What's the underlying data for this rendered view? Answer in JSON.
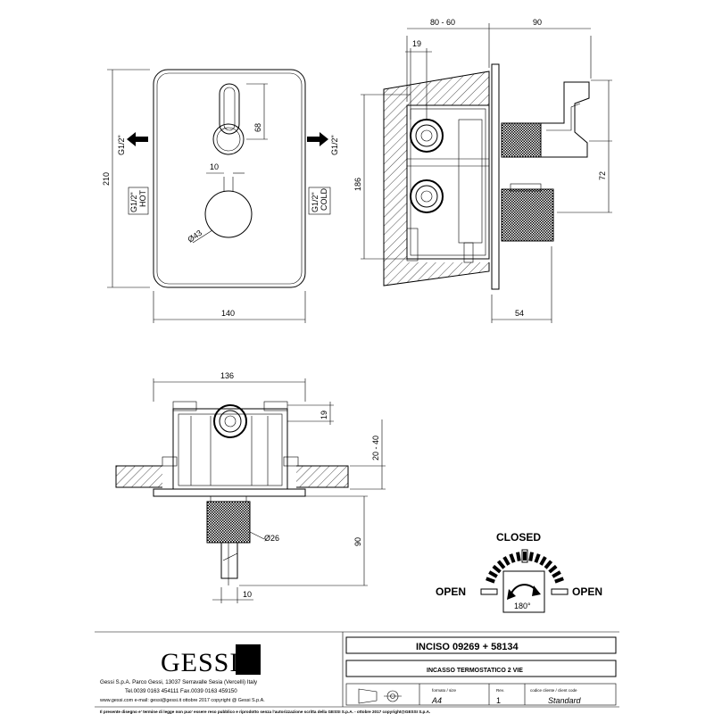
{
  "front_view": {
    "dim_height": "210",
    "dim_width": "140",
    "dim_lever": "68",
    "dim_knob_offset": "10",
    "dim_knob_diameter": "Ø43",
    "outlet_left": "G1/2\"",
    "outlet_right": "G1/2\"",
    "inlet_hot_size": "G1/2\"",
    "inlet_hot_label": "HOT",
    "inlet_cold_size": "G1/2\"",
    "inlet_cold_label": "COLD"
  },
  "side_view": {
    "dim_body_depth": "80 - 60",
    "dim_outlet_offset": "19",
    "dim_handle_projection": "90",
    "dim_body_height": "186",
    "dim_handle_spacing": "72",
    "dim_plate_projection": "54"
  },
  "top_view": {
    "dim_width": "136",
    "dim_outlet_offset": "19",
    "dim_wall": "20 - 40",
    "dim_projection": "90",
    "dim_knob_diameter": "Ø26",
    "dim_spindle": "10"
  },
  "rotation_diagram": {
    "closed_label": "CLOSED",
    "open_left_label": "OPEN",
    "open_right_label": "OPEN",
    "angle_label": "180°"
  },
  "title_block": {
    "logo_text": "GESSI",
    "company_line_1": "Gessi S.p.A. Parco Gessi, 13037 Serravalle Sesia (Vercelli) Italy",
    "company_line_2": "Tel.0039 0163 454111 Fax.0039 0163 459150",
    "company_line_3": "www.gessi.com  e-mail: gessi@gessi.it  ottobre 2017  copyright @ Gessi S.p.A.",
    "product_code": "INCISO  09269 + 58134",
    "product_description": "INCASSO TERMOSTATICO 2 VIE",
    "format_header": "formato / size",
    "format_value": "A4",
    "rev_header": "Rev.",
    "rev_value": "1",
    "client_code_header": "codice cliente / client code",
    "client_code_value": "Standard",
    "footer_notice": "Il presente disegno e' termine di legge non puo' essere reso pubblico e riprodotto senza l'autorizzazione scritta della GESSI S.p.A. - ottobre 2017  copyright@GESSI S.p.A."
  }
}
